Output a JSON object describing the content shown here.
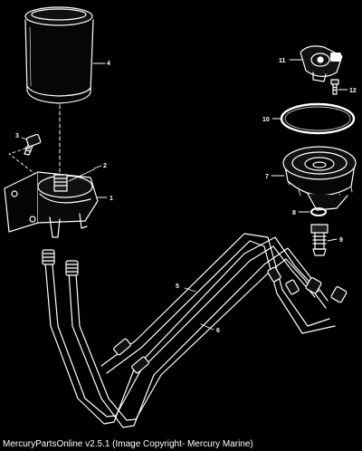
{
  "diagram": {
    "colors": {
      "background": "#000000",
      "line": "#ffffff",
      "part_fill": "#0a0a0a"
    },
    "callouts": {
      "c1": "1",
      "c2": "2",
      "c3": "3",
      "c4": "4",
      "c5": "5",
      "c6": "6",
      "c7": "7",
      "c8": "8",
      "c9": "9",
      "c10": "10",
      "c11": "11",
      "c12": "12"
    },
    "parts": {
      "p1": "mounting-bracket-icon",
      "p2": "threaded-fitting-icon",
      "p3": "bolt-icon",
      "p4": "oil-filter-icon",
      "p5": "hose-icon",
      "p6": "hose-icon",
      "p7": "filter-adapter-housing-icon",
      "p8": "o-ring-icon",
      "p9": "hose-fitting-icon",
      "p10": "gasket-ring-icon",
      "p11": "adapter-cap-icon",
      "p12": "bolt-icon"
    }
  },
  "caption": "MercuryPartsOnline v2.5.1 (Image Copyright- Mercury Marine)"
}
